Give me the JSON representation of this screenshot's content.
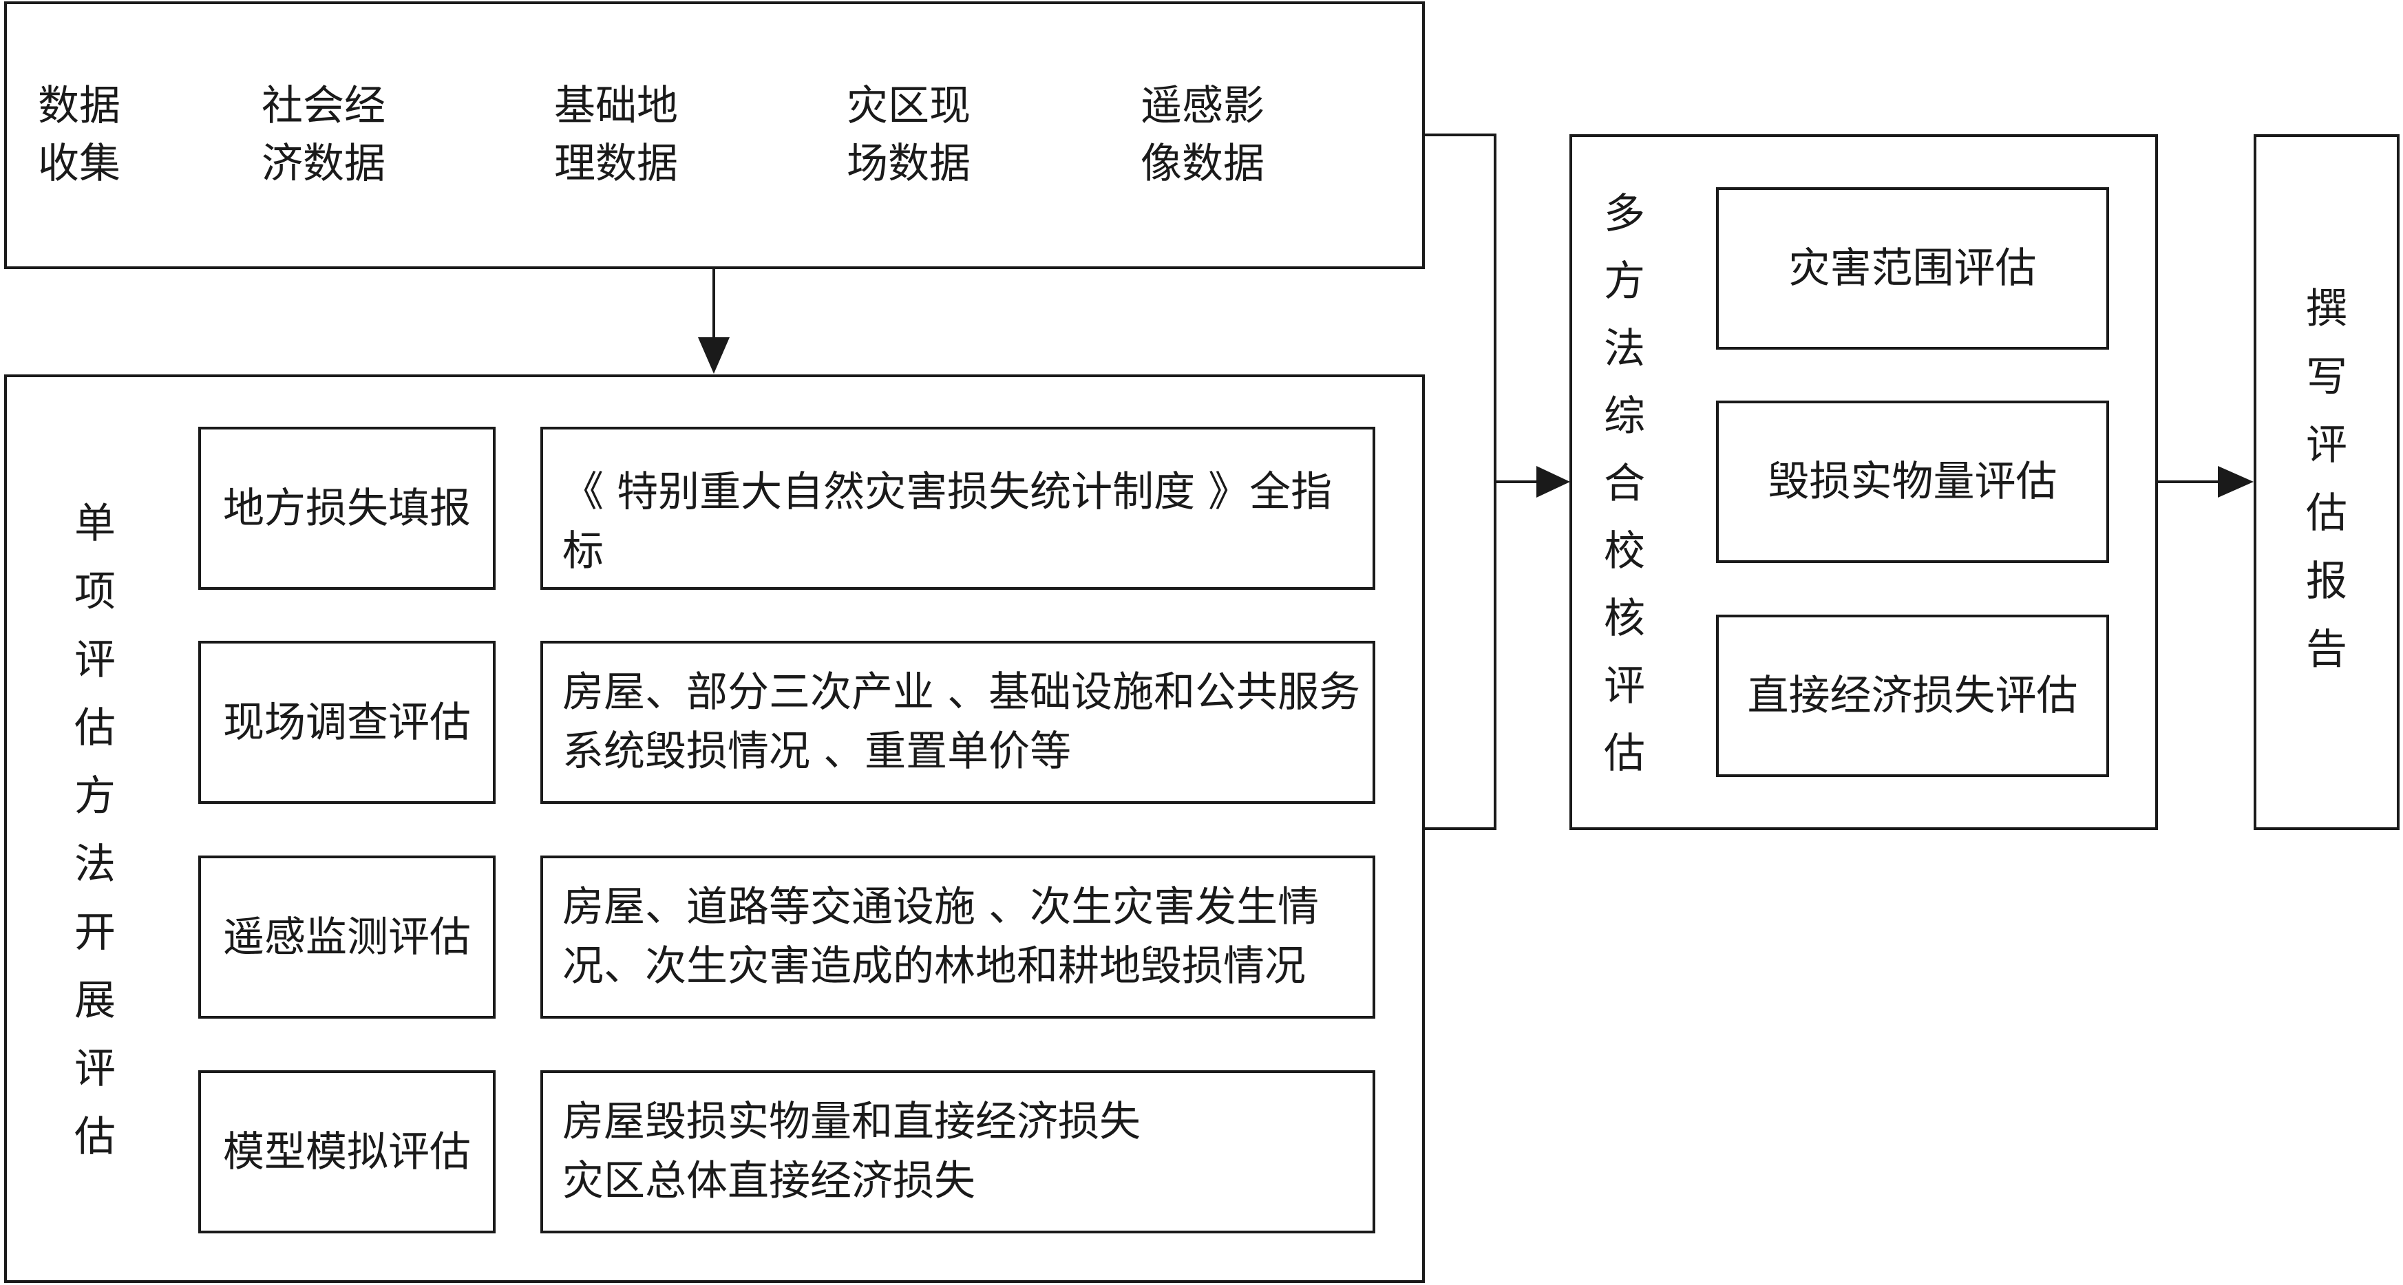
{
  "data_collection": {
    "label": "数据\n收集",
    "sources": [
      {
        "label": "社会经\n济数据"
      },
      {
        "label": "基础地\n理数据"
      },
      {
        "label": "灾区现\n场数据"
      },
      {
        "label": "遥感影\n像数据"
      }
    ]
  },
  "single_assessment": {
    "label": "单\n项\n评\n估\n方\n法\n开\n展\n评\n估",
    "rows": [
      {
        "method": "地方损失填报",
        "description": "《 特别重大自然灾害损失统计制度 》全指标"
      },
      {
        "method": "现场调查评估",
        "description": "房屋、部分三次产业 、基础设施和公共服务\n系统毁损情况 、重置单价等"
      },
      {
        "method": "遥感监测评估",
        "description": "房屋、道路等交通设施 、次生灾害发生情\n况、次生灾害造成的林地和耕地毁损情况"
      },
      {
        "method": "模型模拟评估",
        "description": "房屋毁损实物量和直接经济损失\n灾区总体直接经济损失"
      }
    ]
  },
  "comprehensive": {
    "label": "多\n方\n法\n综\n合\n校\n核\n评\n估",
    "items": [
      {
        "label": "灾害范围评估"
      },
      {
        "label": "毁损实物量评估"
      },
      {
        "label": "直接经济损失评估"
      }
    ]
  },
  "report": {
    "label": "撰\n写\n评\n估\n报\n告"
  }
}
